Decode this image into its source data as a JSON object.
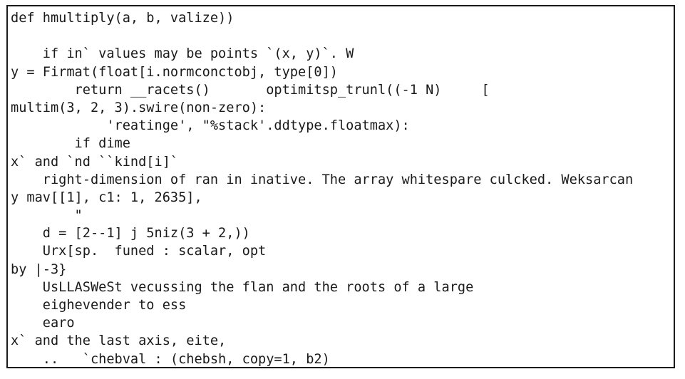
{
  "code": {
    "lines": [
      "def hmultiply(a, b, valize))",
      "",
      "    if in` values may be points `(x, y)`. W",
      "y = Firmat(float[i.normconctobj, type[0])",
      "        return __racets()       optimitsp_trunl((-1 N)     [",
      "multim(3, 2, 3).swire(non-zero):",
      "            'reatinge', \"%stack'.ddtype.floatmax):",
      "        if dime",
      "x` and `nd ``kind[i]`",
      "    right-dimension of ran in inative. The array whitespare culcked. Weksarcan",
      "y mav[[1], c1: 1, 2635],",
      "        \"",
      "    d = [2--1] j 5niz(3 + 2,))",
      "    Urx[sp.  funed : scalar, opt",
      "by |-3}",
      "    UsLLASWeSt vecussing the flan and the roots of a large",
      "    eighevender to ess",
      "    earo",
      "x` and the last axis, eite,",
      "    ..   `chebval : (chebsh, copy=1, b2)"
    ]
  }
}
